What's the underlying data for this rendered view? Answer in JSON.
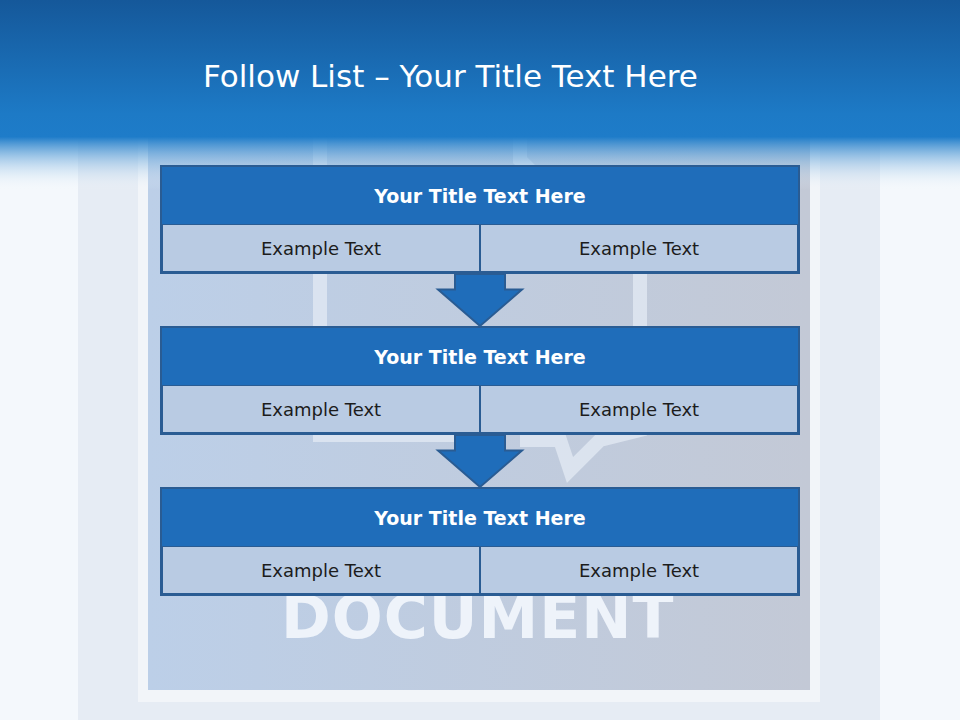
{
  "diagram": {
    "title": "Follow List  – Your Title Text Here",
    "nodes": [
      {
        "text": [
          "Your Title Text Here"
        ]
      },
      {
        "text": [
          "Example Text"
        ],
        "in": 0
      },
      {
        "text": [
          "Example Text"
        ],
        "in": 0
      },
      {
        "text": [
          "Your Title Text Here"
        ]
      },
      {
        "text": [
          "Example Text"
        ],
        "in": 3
      },
      {
        "text": [
          "Example Text"
        ],
        "in": 3
      },
      {
        "text": [
          "Your Title Text Here"
        ]
      },
      {
        "text": [
          "Example Text"
        ],
        "in": 6
      },
      {
        "text": [
          "Example Text"
        ],
        "in": 6
      }
    ],
    "edges": [
      {
        "from": 0,
        "to": 3,
        "arrow": "to"
      },
      {
        "from": 3,
        "to": 6,
        "arrow": "to"
      }
    ],
    "labels": [
      "DOCUMENT"
    ]
  }
}
